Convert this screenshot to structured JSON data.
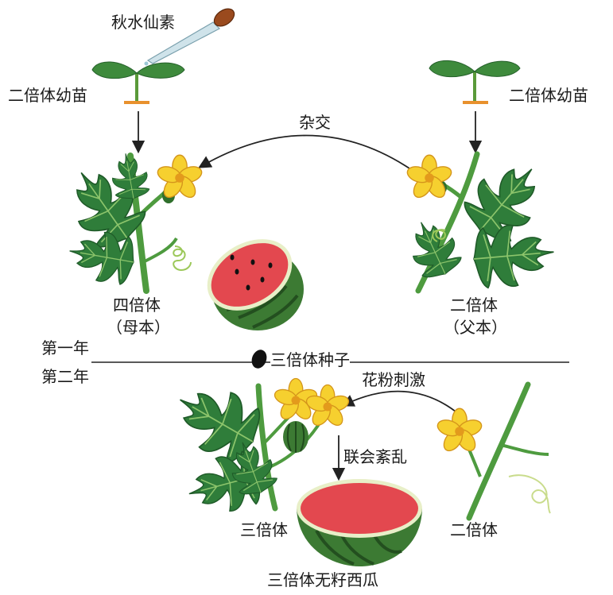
{
  "labels": {
    "colchicine": "秋水仙素",
    "seedling_left": "二倍体幼苗",
    "seedling_right": "二倍体幼苗",
    "cross": "杂交",
    "tetraploid": "四倍体",
    "mother": "（母本）",
    "diploid_father": "二倍体",
    "father": "（父本）",
    "year1": "第一年",
    "year2": "第二年",
    "triploid_seed": "三倍体种子",
    "pollen": "花粉刺激",
    "synapsis": "联会紊乱",
    "triploid": "三倍体",
    "diploid_bottom": "二倍体",
    "seedless": "三倍体无籽西瓜"
  },
  "colors": {
    "leaf": "#2f7d3a",
    "stem": "#4e9b3f",
    "petal": "#f6d02f",
    "flesh": "#e3484f",
    "rind": "#3c7a33"
  }
}
